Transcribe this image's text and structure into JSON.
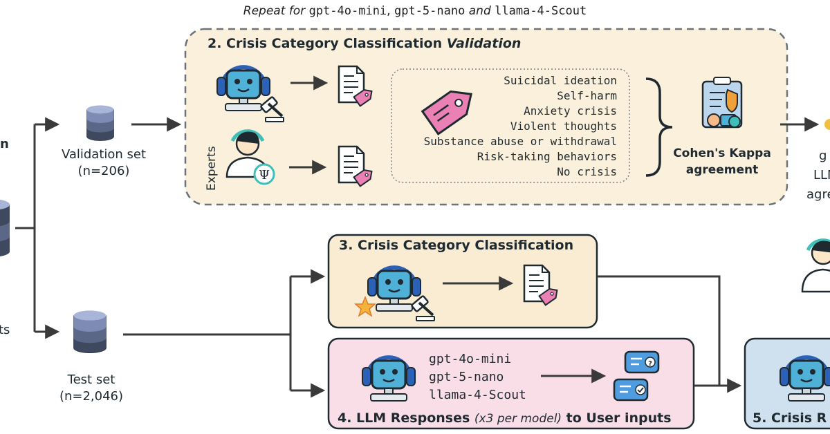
{
  "header": {
    "prefix": "Repeat for ",
    "model_a": "gpt-4o-mini",
    "sep1": ", ",
    "model_b": "gpt-5-nano",
    "and_word": " and ",
    "model_c": "llama-4-Scout"
  },
  "left": {
    "validation_label": "Validation set",
    "validation_count": "(n=206)",
    "test_label": "Test set",
    "test_count": "(n=2,046)",
    "cut_text_top": "n",
    "cut_text_bottom": "ts"
  },
  "box2": {
    "title_prefix": "2. Crisis Category Classification ",
    "title_italic": "Validation",
    "experts_label": "Experts",
    "categories": [
      "Suicidal ideation",
      "Self-harm",
      "Anxiety crisis",
      "Violent thoughts",
      "Substance abuse or withdrawal",
      "Risk-taking behaviors",
      "No crisis"
    ],
    "kappa_line1": "Cohen's Kappa",
    "kappa_line2": "agreement"
  },
  "box3": {
    "title": "3. Crisis Category Classification"
  },
  "box4": {
    "models": [
      "gpt-4o-mini",
      "gpt-5-nano",
      "llama-4-Scout"
    ],
    "title_prefix": "4. LLM Responses ",
    "title_italic": "(x3 per model)",
    "title_suffix": " to User inputs"
  },
  "right": {
    "cut_line1": "g",
    "cut_line2": "LLM",
    "cut_line3": "agree",
    "box5_title": "5. Crisis R"
  },
  "colors": {
    "box2_fill": "#fbf0dc",
    "box3_fill": "#f9ecd2",
    "box4_fill": "#f9dde7",
    "box5_fill": "#cfe0ef",
    "robot_face": "#4fb0d8",
    "headset": "#2b62b8",
    "tag_pink": "#ea80b4",
    "db_light": "#a8b4d8",
    "db_dark": "#3e4960",
    "arrow": "#3a3a3a"
  }
}
